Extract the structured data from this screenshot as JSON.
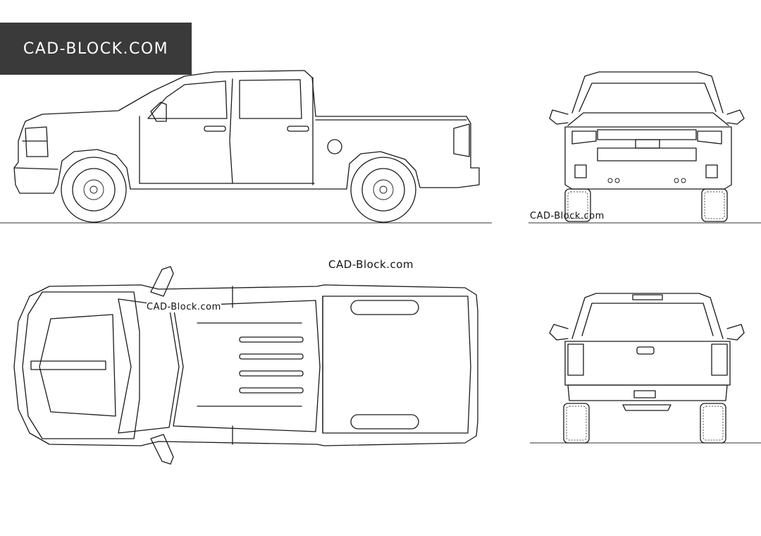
{
  "brand": {
    "logo_text": "CAD-BLOCK.COM",
    "logo_bg_color": "#3a3a3a",
    "logo_text_color": "#ffffff"
  },
  "watermarks": {
    "front_view": "CAD-Block.com",
    "top_center": "CAD-Block.com",
    "top_view": "CAD-Block.com"
  },
  "drawing": {
    "subject": "pickup truck",
    "line_color": "#1a1a1a",
    "background": "#ffffff"
  }
}
